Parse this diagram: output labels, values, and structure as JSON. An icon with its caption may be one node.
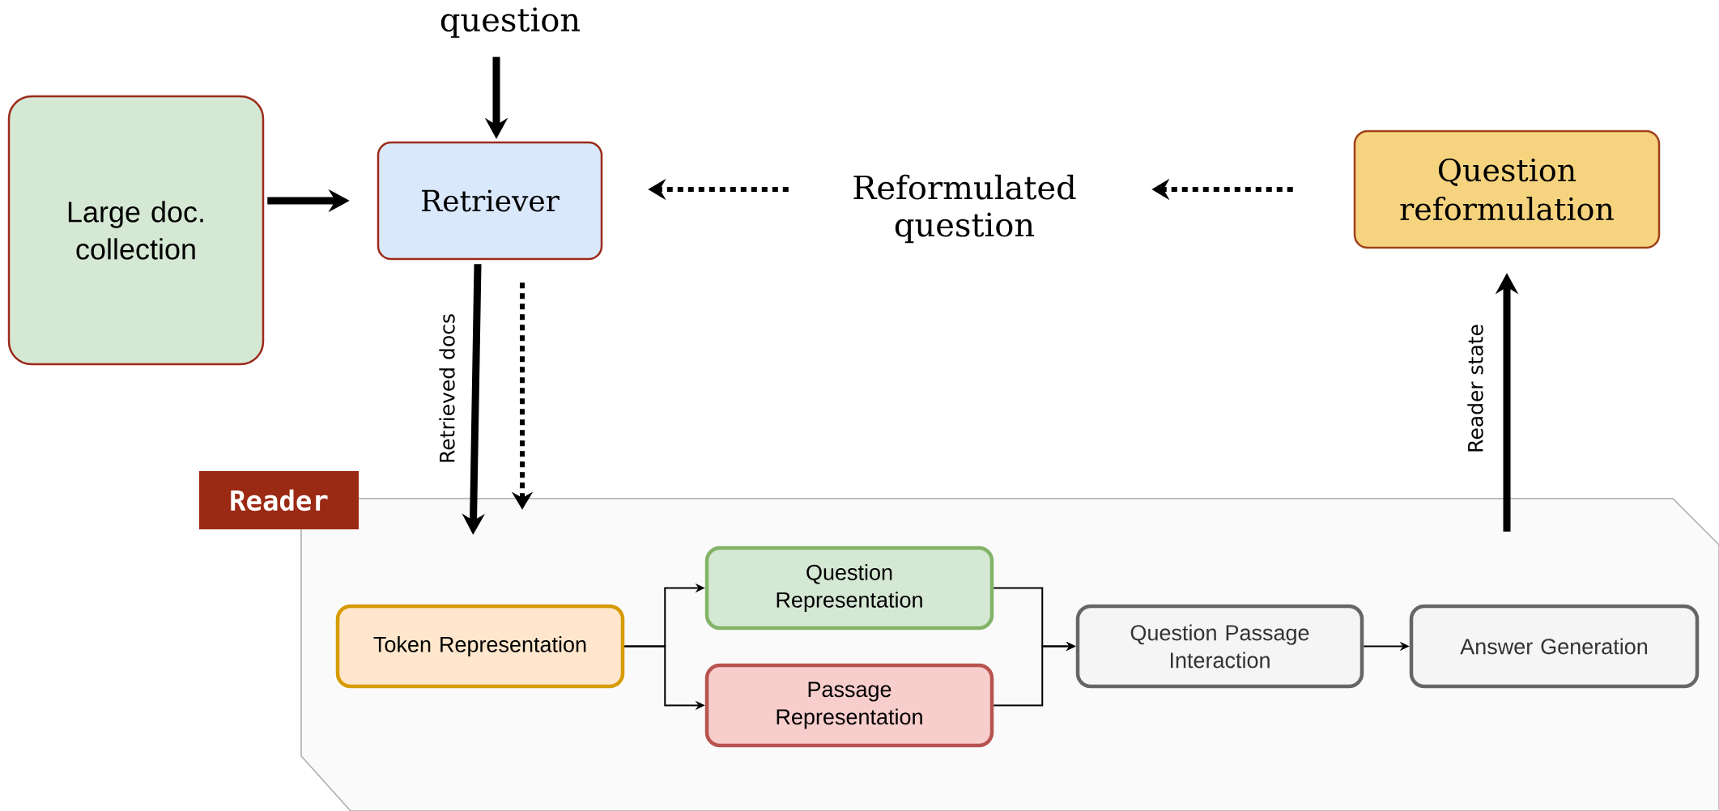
{
  "diagram": {
    "nodes": [
      {
        "text": [
          "question"
        ]
      },
      {
        "text": [
          "Large doc. collection"
        ]
      },
      {
        "text": [
          "Retriever"
        ]
      },
      {
        "text": [
          "Reformulated question"
        ]
      },
      {
        "text": [
          "Question reformulation"
        ]
      },
      {
        "text": [
          "Reader"
        ]
      },
      {
        "text": [
          "Token Representation"
        ],
        "in": 5
      },
      {
        "text": [
          "Question Representation"
        ],
        "in": 5
      },
      {
        "text": [
          "Passage Representation"
        ],
        "in": 5
      },
      {
        "text": [
          "Question Passage Interaction"
        ],
        "in": 5
      },
      {
        "text": [
          "Answer Generation"
        ],
        "in": 5
      }
    ],
    "edges": [
      {
        "from": 0,
        "to": 2,
        "arrow": "to"
      },
      {
        "from": 1,
        "to": 2,
        "arrow": "to"
      },
      {
        "from": 3,
        "to": 2,
        "arrow": "to",
        "style": "dashed"
      },
      {
        "from": 4,
        "to": 3,
        "arrow": "to",
        "style": "dashed"
      },
      {
        "from": 2,
        "to": 5,
        "arrow": "to",
        "label": "Retrieved docs"
      },
      {
        "from": 2,
        "to": 5,
        "arrow": "to",
        "style": "dashed"
      },
      {
        "from": 5,
        "to": 4,
        "arrow": "to",
        "label": "Reader state"
      },
      {
        "from": 6,
        "to": 7,
        "arrow": "to"
      },
      {
        "from": 6,
        "to": 8,
        "arrow": "to"
      },
      {
        "from": 7,
        "to": 9,
        "arrow": "to"
      },
      {
        "from": 8,
        "to": 9,
        "arrow": "to"
      },
      {
        "from": 9,
        "to": 10,
        "arrow": "to"
      }
    ]
  }
}
